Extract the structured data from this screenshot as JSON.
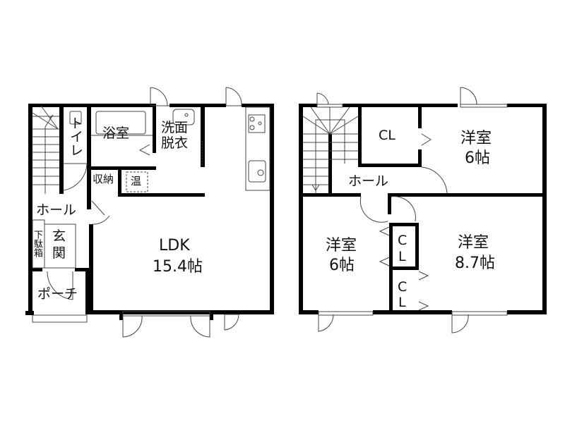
{
  "floor_plan": {
    "type": "2-story house floor plan",
    "colors": {
      "wall": "#000000",
      "fixture": "#444444",
      "background": "#ffffff"
    },
    "first_floor": {
      "rooms": {
        "toilet": "トイレ",
        "bath": "浴室",
        "washroom_line1": "洗面",
        "washroom_line2": "脱衣",
        "storage": "収納",
        "water_heater": "温",
        "hall": "ホール",
        "shoe_box": "下駄箱",
        "entrance_line1": "玄",
        "entrance_line2": "関",
        "porch": "ポーチ",
        "ldk_name": "LDK",
        "ldk_size": "15.4帖"
      }
    },
    "second_floor": {
      "rooms": {
        "closet_top": "CL",
        "bedroom_ne_name": "洋室",
        "bedroom_ne_size": "6帖",
        "hall": "ホール",
        "bedroom_sw_name": "洋室",
        "bedroom_sw_size": "6帖",
        "bedroom_se_name": "洋室",
        "bedroom_se_size": "8.7帖",
        "closet_mid_c": "C",
        "closet_mid_l": "L",
        "closet_low_c": "C",
        "closet_low_l": "L"
      }
    }
  }
}
